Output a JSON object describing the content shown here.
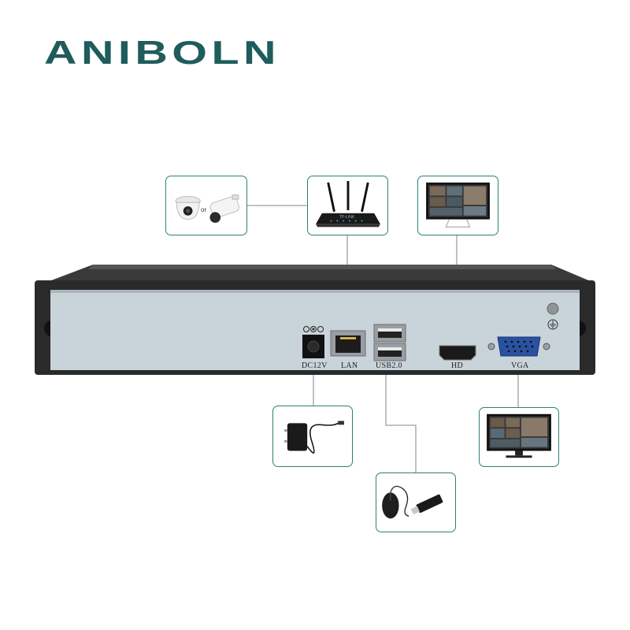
{
  "brand": {
    "name": "ANIBOLN",
    "color": "#1f5c5c"
  },
  "labels": {
    "camera_separator": "or",
    "router_brand": "TP-LINK"
  },
  "ports": {
    "dc": "DC12V",
    "lan": "LAN",
    "usb": "USB2.0",
    "hd": "HD",
    "vga": "VGA"
  },
  "icons": {
    "cameras": "camera-icon",
    "router": "router-icon",
    "monitor_hd": "monitor-icon",
    "power_adapter": "power-adapter-icon",
    "usb_devices": "mouse-usb-icon",
    "monitor_vga": "monitor-icon",
    "ground": "ground-icon"
  },
  "colors": {
    "frame": "#2e7f78",
    "connector": "#9aa0a6",
    "chassis": "#2a2a2a",
    "panel": "#c9d3da"
  }
}
